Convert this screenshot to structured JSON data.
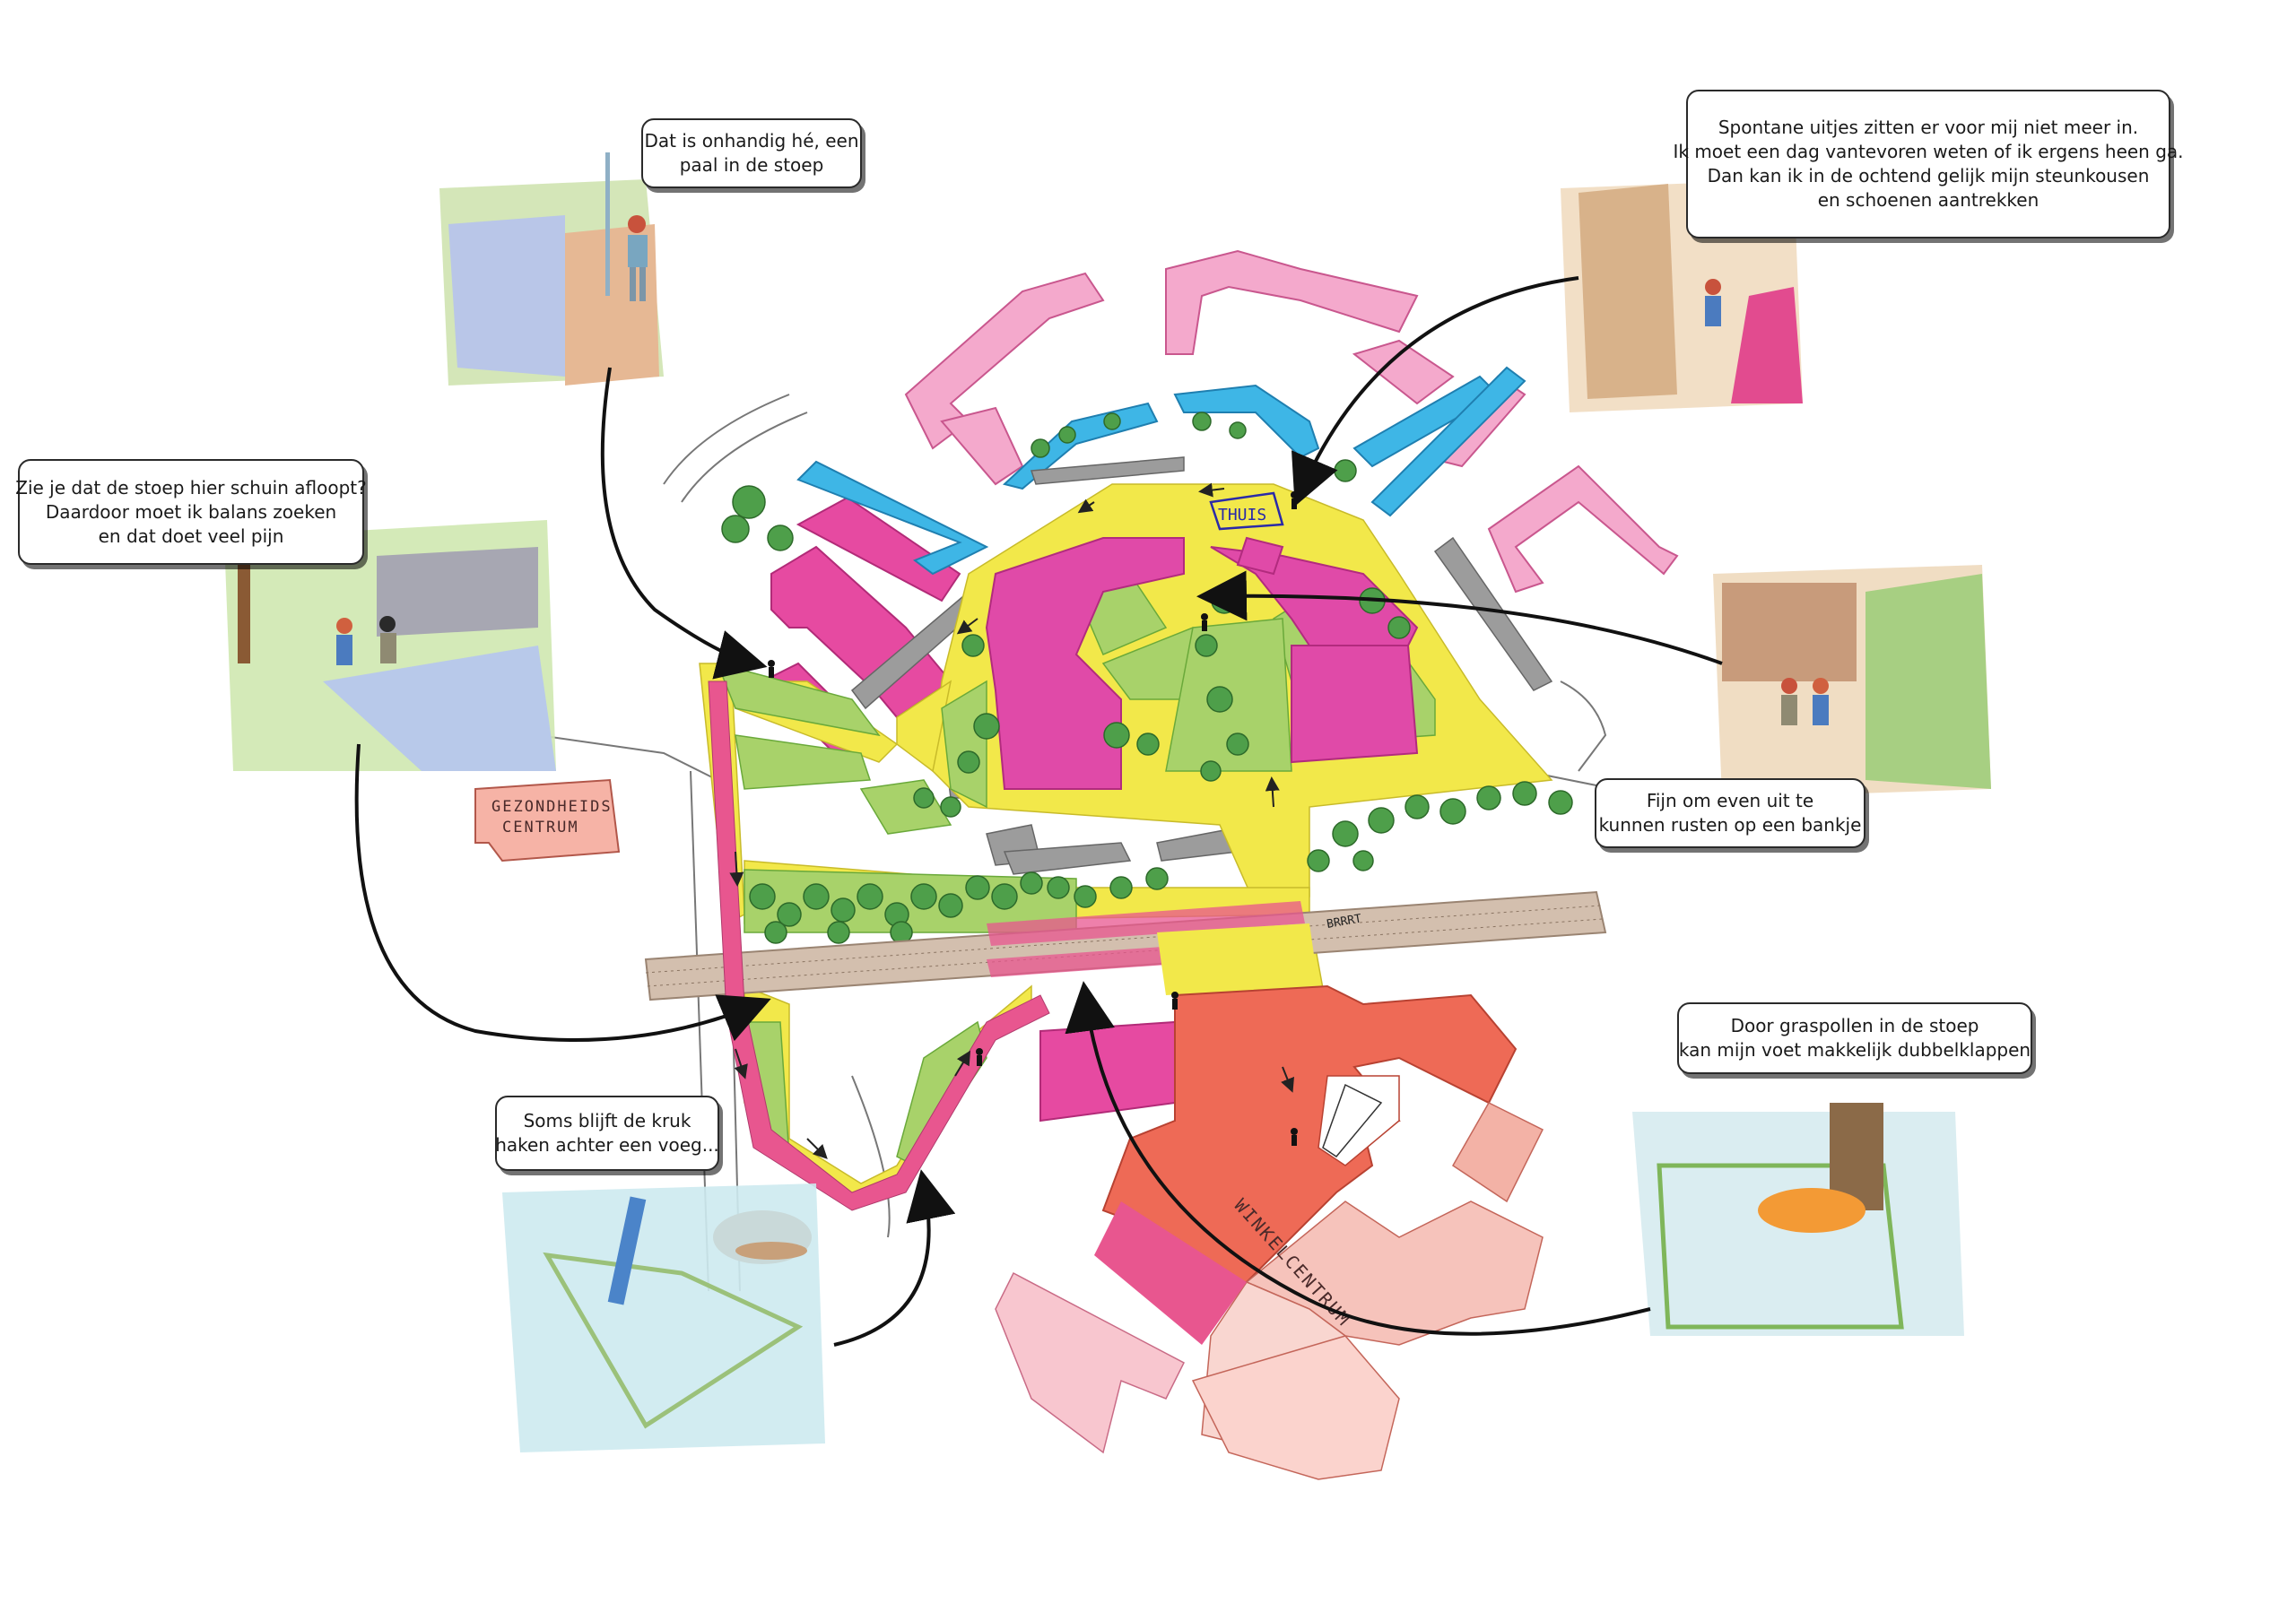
{
  "map": {
    "home_label": "THUIS",
    "health_centre_label": [
      "GEZONDHEIDS",
      "CENTRUM"
    ],
    "shopping_centre_label": "WINKELCENTRUM",
    "bell_label": "BRRRT"
  },
  "colors": {
    "route": "#f2e84a",
    "building_pink": "#ee7fb5",
    "building_magenta": "#e0399a",
    "building_blue": "#3eb6e6",
    "building_orange": "#ef6f57",
    "building_salmon": "#f5b6b0",
    "green_space": "#a9d36a",
    "trees": "#4e9f4a",
    "railway": "#cdb8a5",
    "parking": "#9a9a9a"
  },
  "quotes": {
    "pole": [
      "Dat is onhandig hé, een",
      "paal in de stoep"
    ],
    "slope": [
      "Zie je dat de stoep hier schuin afloopt?",
      "Daardoor moet ik balans zoeken",
      "en dat doet veel pijn"
    ],
    "spontaneous": [
      "Spontane uitjes zitten er voor mij niet meer in.",
      "Ik moet een dag vantevoren weten of ik ergens heen ga.",
      "Dan kan ik in de ochtend gelijk mijn steunkousen",
      "en schoenen aantrekken"
    ],
    "bench": [
      "Fijn om even uit te",
      "kunnen rusten op een bankje"
    ],
    "crutch": [
      "Soms blijft de kruk",
      "haken achter een voeg..."
    ],
    "grass": [
      "Door graspollen in de stoep",
      "kan mijn voet makkelijk dubbelklappen"
    ]
  },
  "sketch_icons": [
    "walking-person-icon",
    "crutch-icon",
    "bench-icon",
    "tree-icon",
    "bicycle-icon",
    "foot-icon"
  ]
}
